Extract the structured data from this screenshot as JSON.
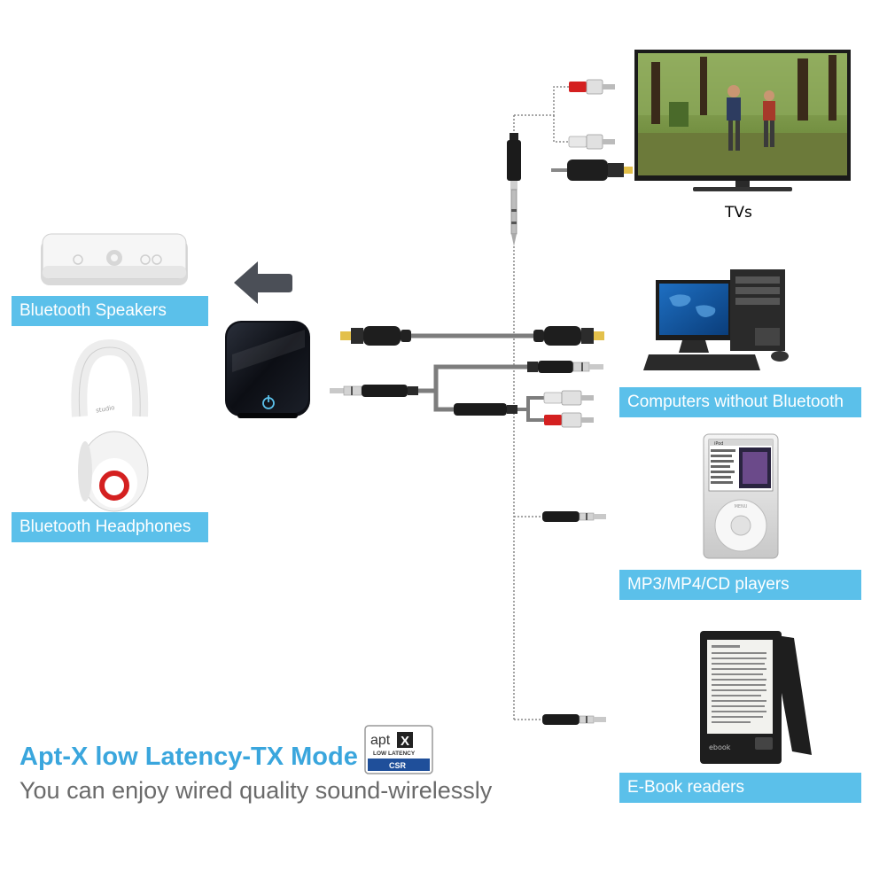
{
  "labels": {
    "bluetooth_speakers": "Bluetooth Speakers",
    "bluetooth_headphones": "Bluetooth Headphones",
    "tvs": "TVs",
    "computers": "Computers without Bluetooth",
    "mp3": "MP3/MP4/CD players",
    "ebook": "E-Book readers"
  },
  "footer": {
    "headline": "Apt-X low Latency-TX Mode",
    "subline": "You can enjoy wired quality sound-wirelessly"
  },
  "logo": {
    "aptx": "apt",
    "x": "X",
    "low_latency": "LOW LATENCY",
    "csr": "CSR"
  },
  "devices": {
    "headphone_brand": "studio",
    "ebook_brand": "ebook",
    "ipod_menu": "MENU",
    "ipod_title": "iPod"
  },
  "colors": {
    "label_bg": "#5bc0ea",
    "headline": "#3aa6dd",
    "subline": "#6a6a6a",
    "cable": "#7d7d7d",
    "rca_red": "#d42020"
  },
  "icons": [
    "left-arrow-icon",
    "power-icon",
    "speaker-icon",
    "headphones-icon",
    "tv-icon",
    "computer-icon",
    "ipod-icon",
    "ereader-icon",
    "optical-plug-icon",
    "aux-plug-icon",
    "rca-plug-icon"
  ]
}
